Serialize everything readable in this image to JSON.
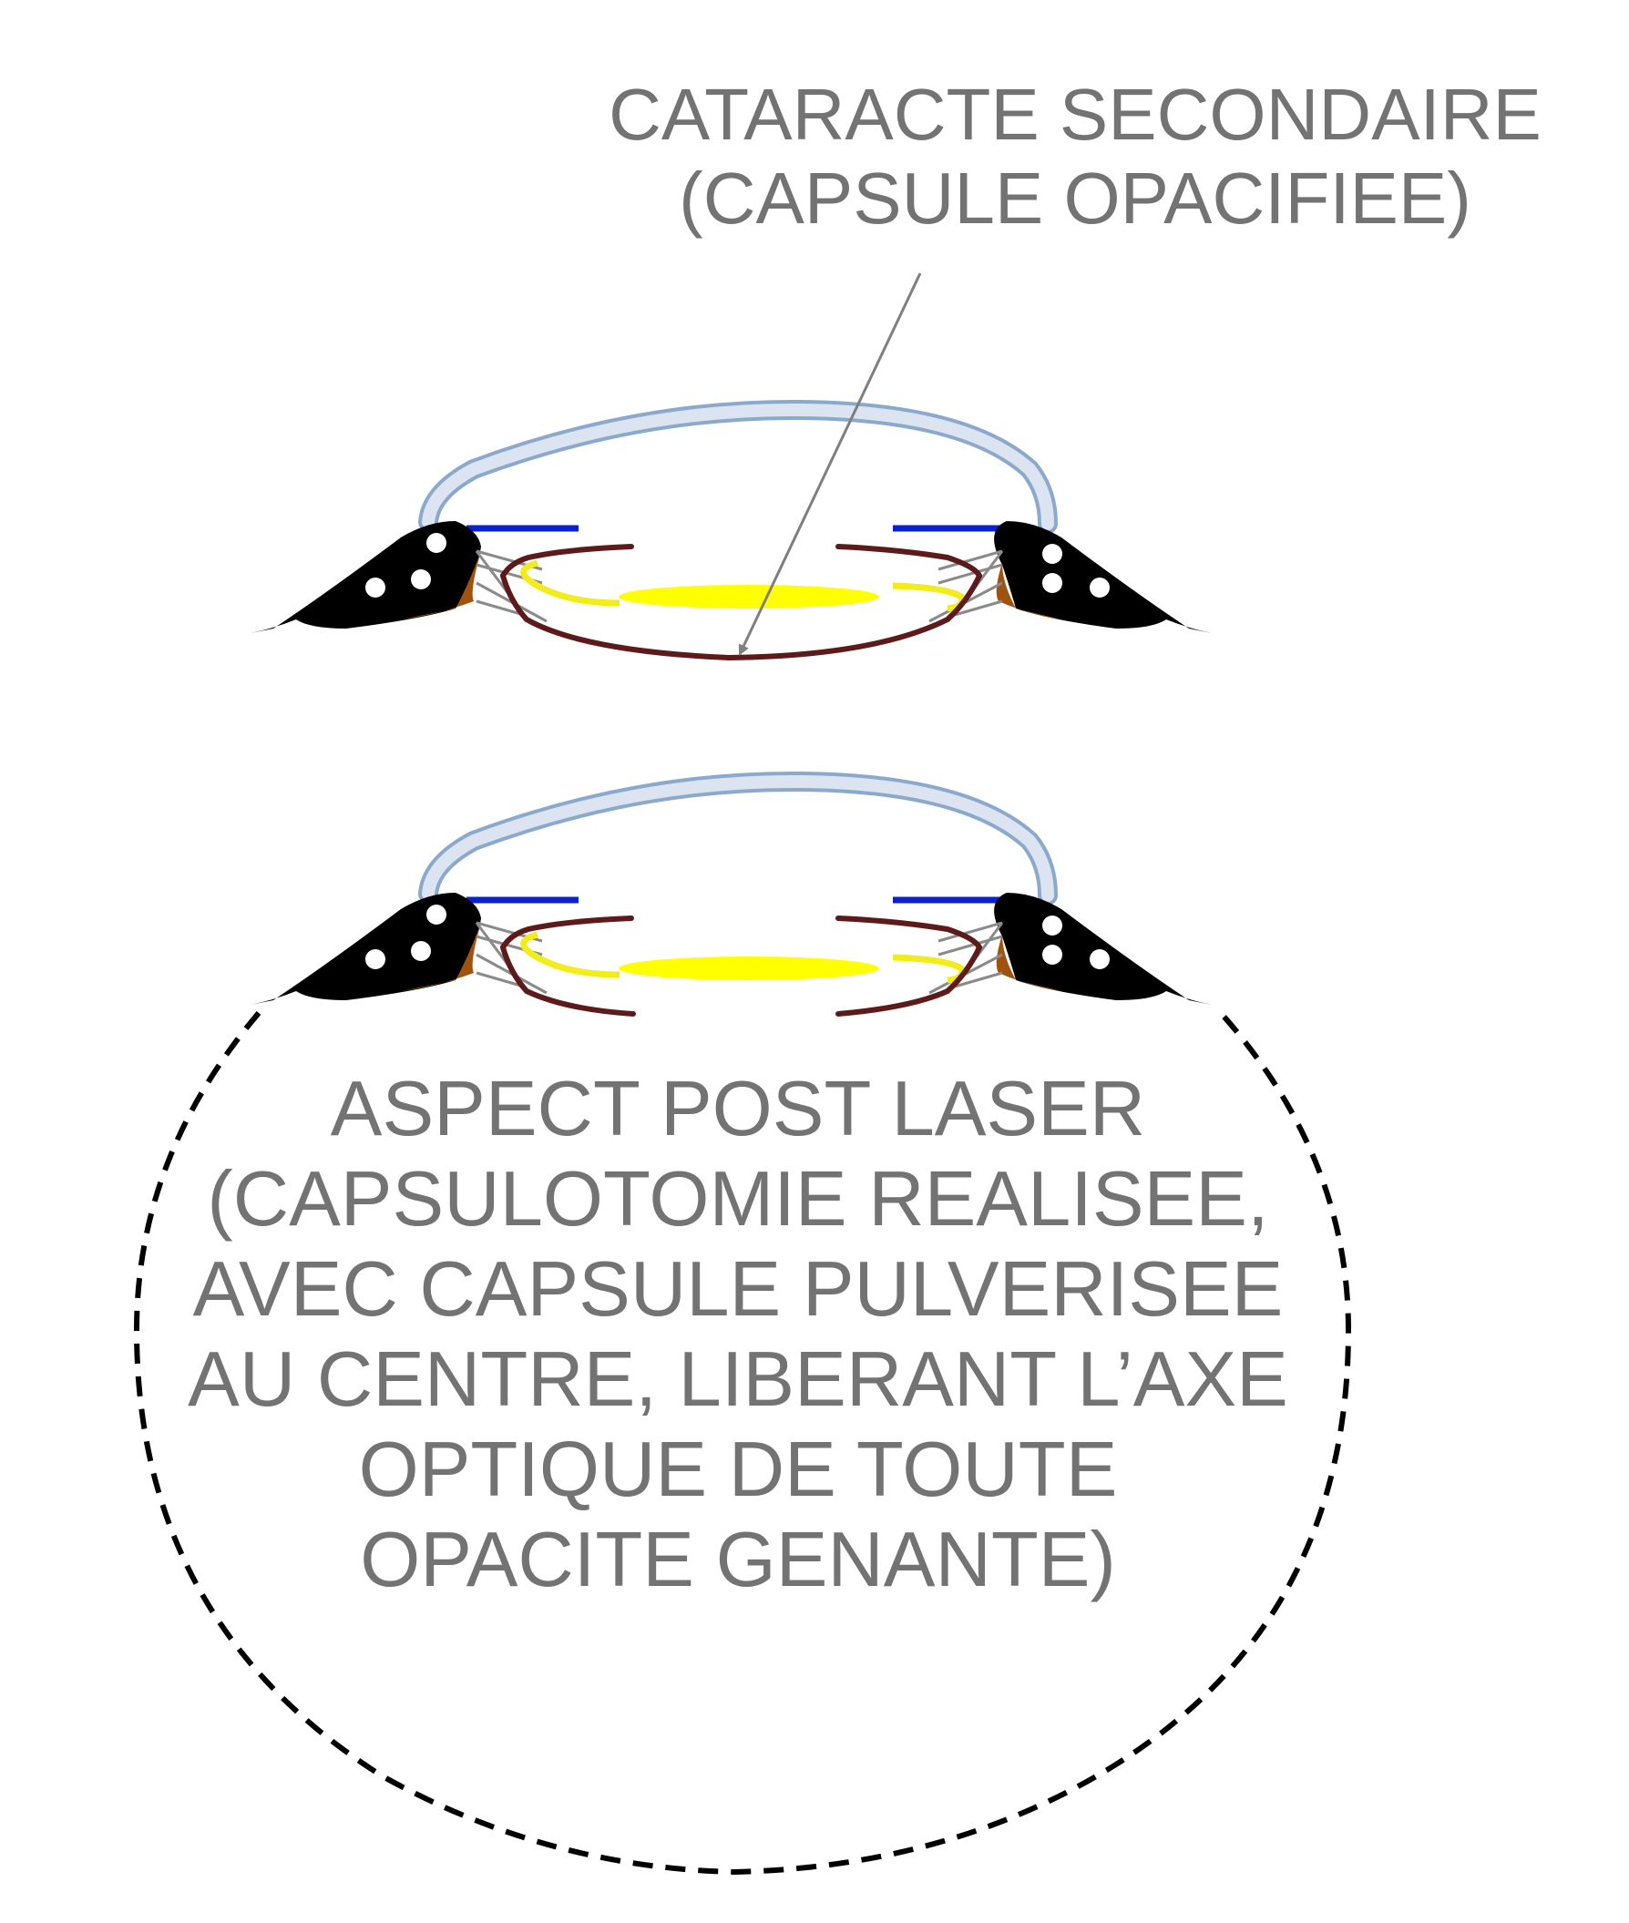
{
  "labels": {
    "top": {
      "lines": [
        "CATARACTE SECONDAIRE",
        "(CAPSULE OPACIFIEE)"
      ]
    },
    "bottom": {
      "lines": [
        "ASPECT POST LASER",
        "(CAPSULOTOMIE REALISEE,",
        "AVEC CAPSULE PULVERISEE",
        "AU CENTRE, LIBERANT L’AXE",
        "OPTIQUE DE TOUTE",
        "OPACITE GENANTE)"
      ]
    }
  },
  "colors": {
    "text": "#737373",
    "cornea_fill": "#dbe4f0",
    "cornea_stroke": "#8aa9cc",
    "iris_line": "#0a1fd6",
    "capsule": "#5c1a1a",
    "implant": "#ffff00",
    "haptics": "#f2ec1a",
    "sclera_body": "#000000",
    "ciliary_tissue": "#a0520f",
    "zonules": "#8a8a8a",
    "pointer_arrow": "#7f7f7f",
    "dashed_circle": "#000000"
  }
}
